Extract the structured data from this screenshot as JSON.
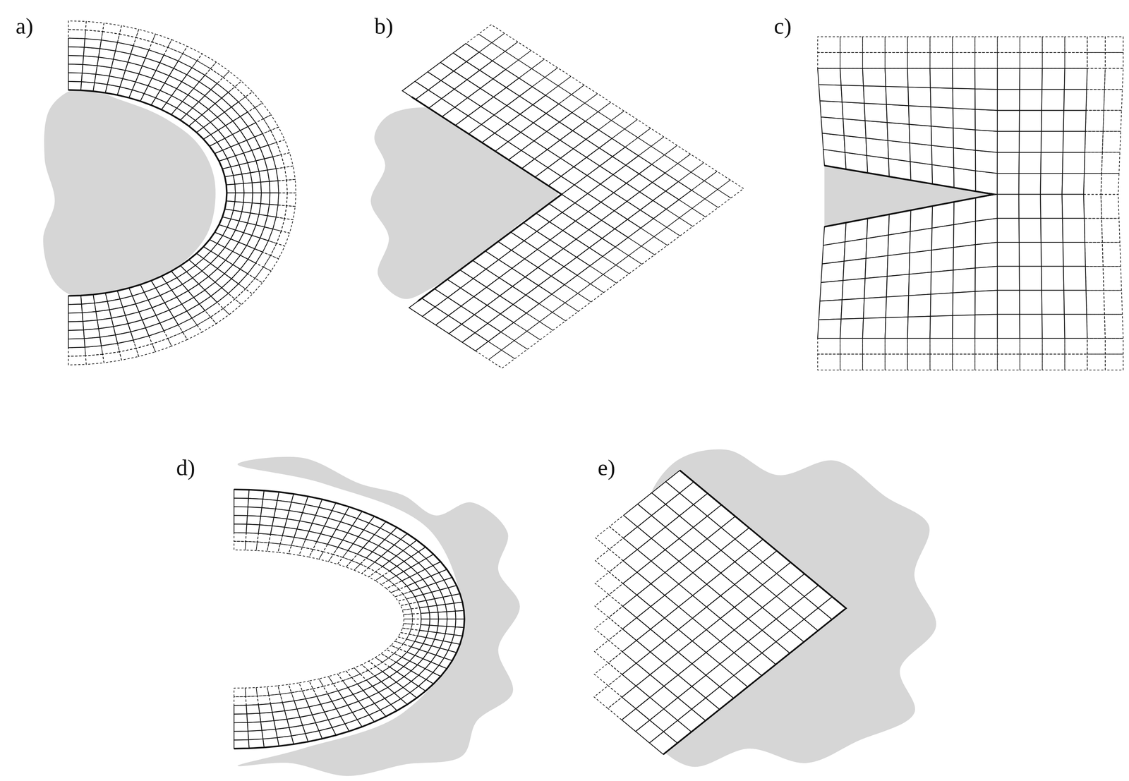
{
  "diagram": {
    "labels": [
      "a)",
      "b)",
      "c)",
      "d)",
      "e)"
    ]
  }
}
